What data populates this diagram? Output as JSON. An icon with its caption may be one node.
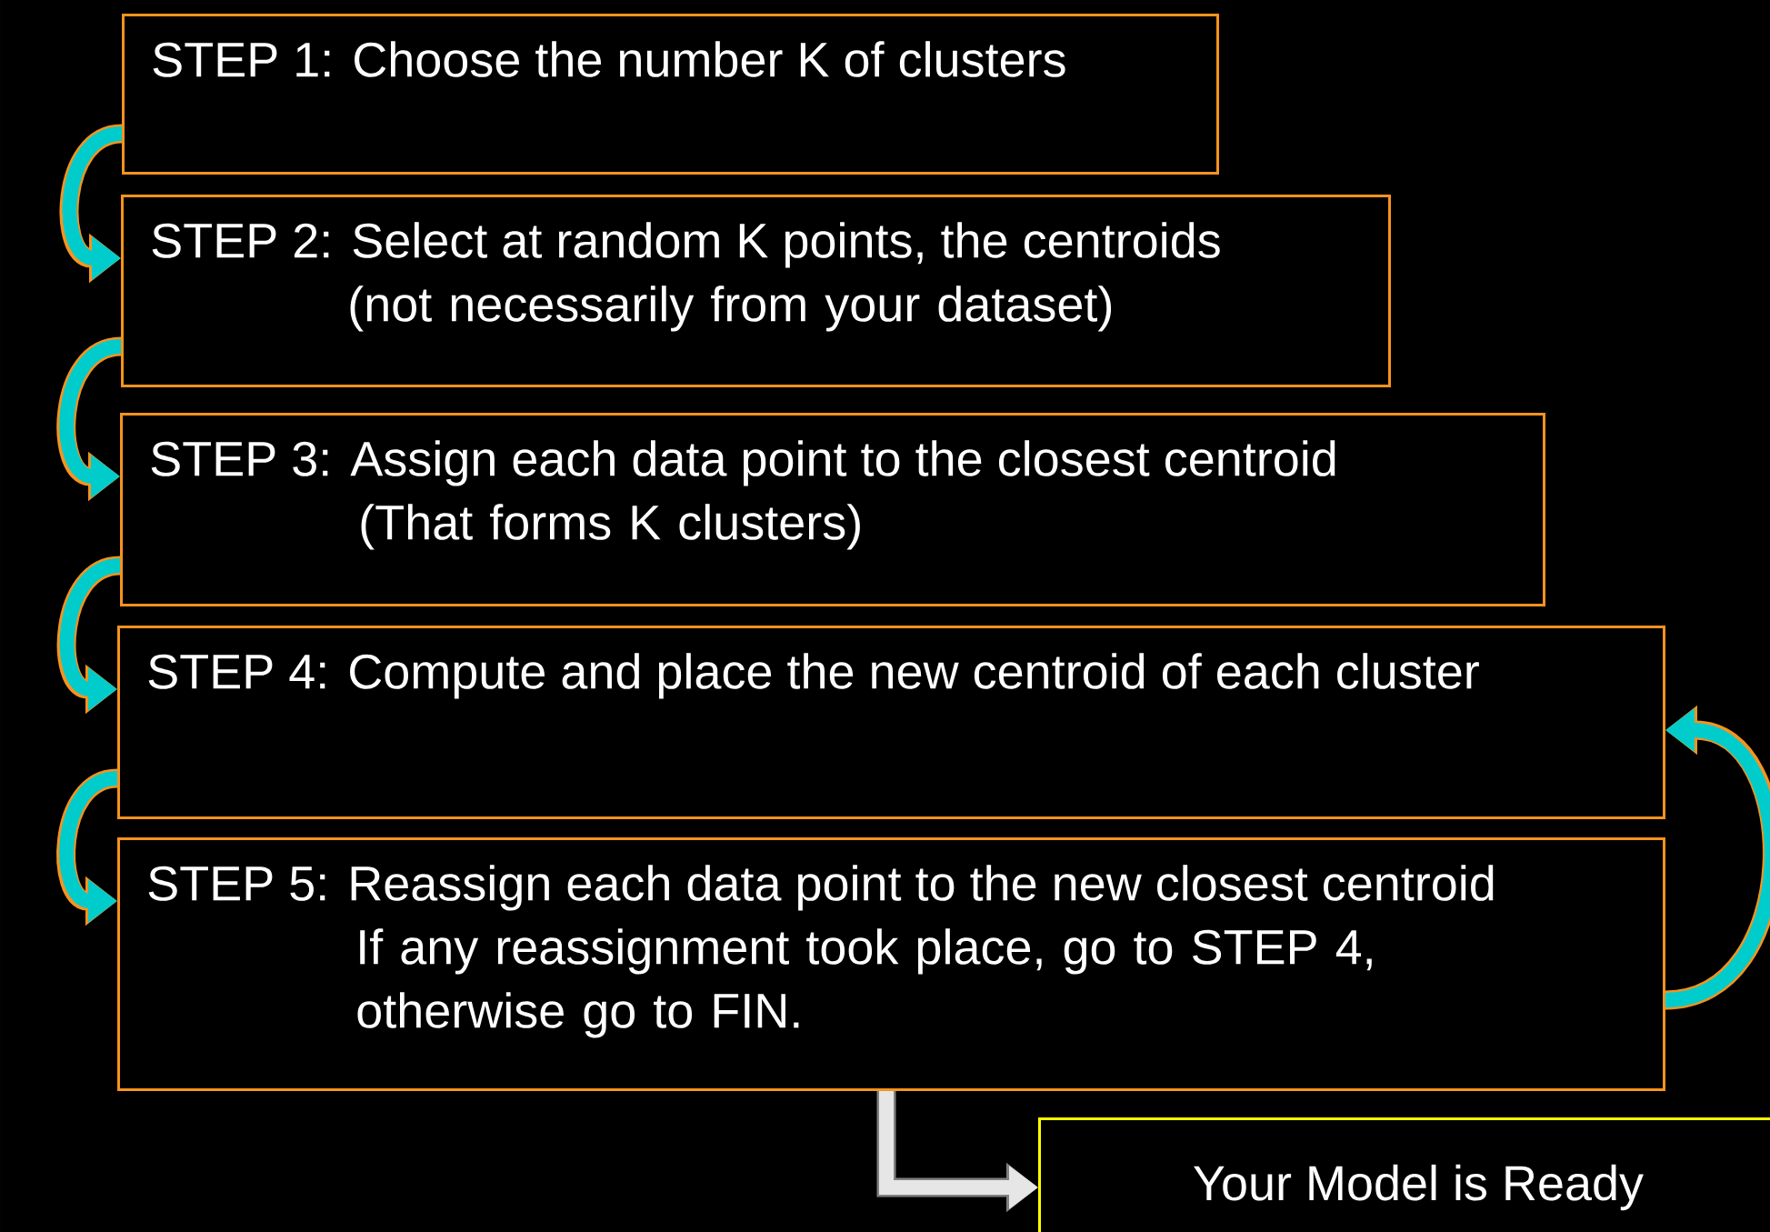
{
  "diagram": {
    "nodes": [
      {
        "text": [
          "STEP 1: Choose the number K of clusters"
        ]
      },
      {
        "text": [
          "STEP 2: Select at random K points, the centroids",
          "(not necessarily from your dataset)"
        ]
      },
      {
        "text": [
          "STEP 3: Assign each data point to the closest centroid",
          "(That forms K clusters)"
        ]
      },
      {
        "text": [
          "STEP 4: Compute and place the new centroid of each cluster"
        ]
      },
      {
        "text": [
          "STEP 5: Reassign each data point to the new closest centroid",
          "If any reassignment took place, go to STEP 4, otherwise go to FIN."
        ]
      },
      {
        "text": [
          "Your Model is Ready"
        ]
      }
    ],
    "edges": [
      {
        "from": 0,
        "to": 1,
        "arrow": "to"
      },
      {
        "from": 1,
        "to": 2,
        "arrow": "to"
      },
      {
        "from": 2,
        "to": 3,
        "arrow": "to"
      },
      {
        "from": 3,
        "to": 4,
        "arrow": "to"
      },
      {
        "from": 4,
        "to": 3,
        "arrow": "to"
      },
      {
        "from": 4,
        "to": 5,
        "arrow": "to",
        "color": "#e6e6e6"
      }
    ]
  }
}
